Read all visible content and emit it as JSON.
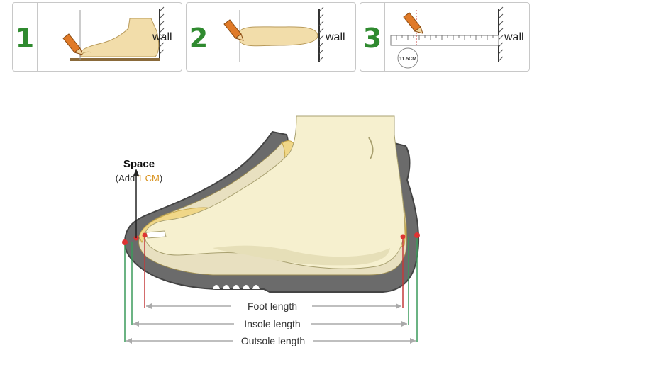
{
  "steps": [
    {
      "number": "1",
      "wall_label": "wall"
    },
    {
      "number": "2",
      "wall_label": "wall"
    },
    {
      "number": "3",
      "wall_label": "wall",
      "ruler_reading": "11.5CM"
    }
  ],
  "diagram": {
    "space_title": "Space",
    "space_note_prefix": "(Add ",
    "space_note_value": "1 CM",
    "space_note_suffix": ")",
    "foot_length_label": "Foot length",
    "insole_length_label": "Insole length",
    "outsole_length_label": "Outsole length"
  },
  "colors": {
    "step_number": "#2f8a2f",
    "foot_fill": "#f2ddaa",
    "shoe_shell": "#6b6b6b",
    "insole_yellow": "#f0d788",
    "measure_red": "#c43a3a",
    "measure_green": "#3a9a5a",
    "note_orange": "#d8901a"
  }
}
